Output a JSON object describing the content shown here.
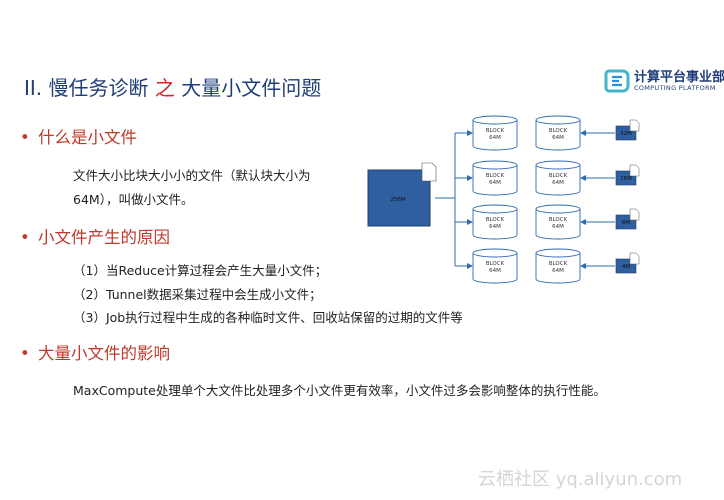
{
  "title": {
    "prefix": "II. 慢任务诊断",
    "middle": " 之 ",
    "suffix": "大量小文件问题"
  },
  "logo": {
    "name": "计算平台事业部",
    "subtitle": "COMPUTING PLATFORM"
  },
  "sections": [
    {
      "heading": "什么是小文件",
      "lines": [
        "文件大小比块大小小的文件（默认块大小为",
        "64M），叫做小文件。"
      ]
    },
    {
      "heading": "小文件产生的原因",
      "lines": [
        "（1）当Reduce计算过程会产生大量小文件；",
        "（2）Tunnel数据采集过程中会生成小文件；",
        "（3）Job执行过程中生成的各种临时文件、回收站保留的过期的文件等"
      ]
    },
    {
      "heading": "大量小文件的影响",
      "lines": [
        "MaxCompute处理单个大文件比处理多个小文件更有效率，小文件过多会影响整体的执行性能。"
      ]
    }
  ],
  "diagram": {
    "big_file": "256M",
    "block_label_top": "BLOCK",
    "block_label_bottom": "64M",
    "small_files": [
      "32M",
      "16M",
      "8M",
      "4M"
    ],
    "colors": {
      "file_fill": "#2f5f9e",
      "line": "#2e6cb0"
    }
  },
  "watermark": "云栖社区 yq.aliyun.com"
}
